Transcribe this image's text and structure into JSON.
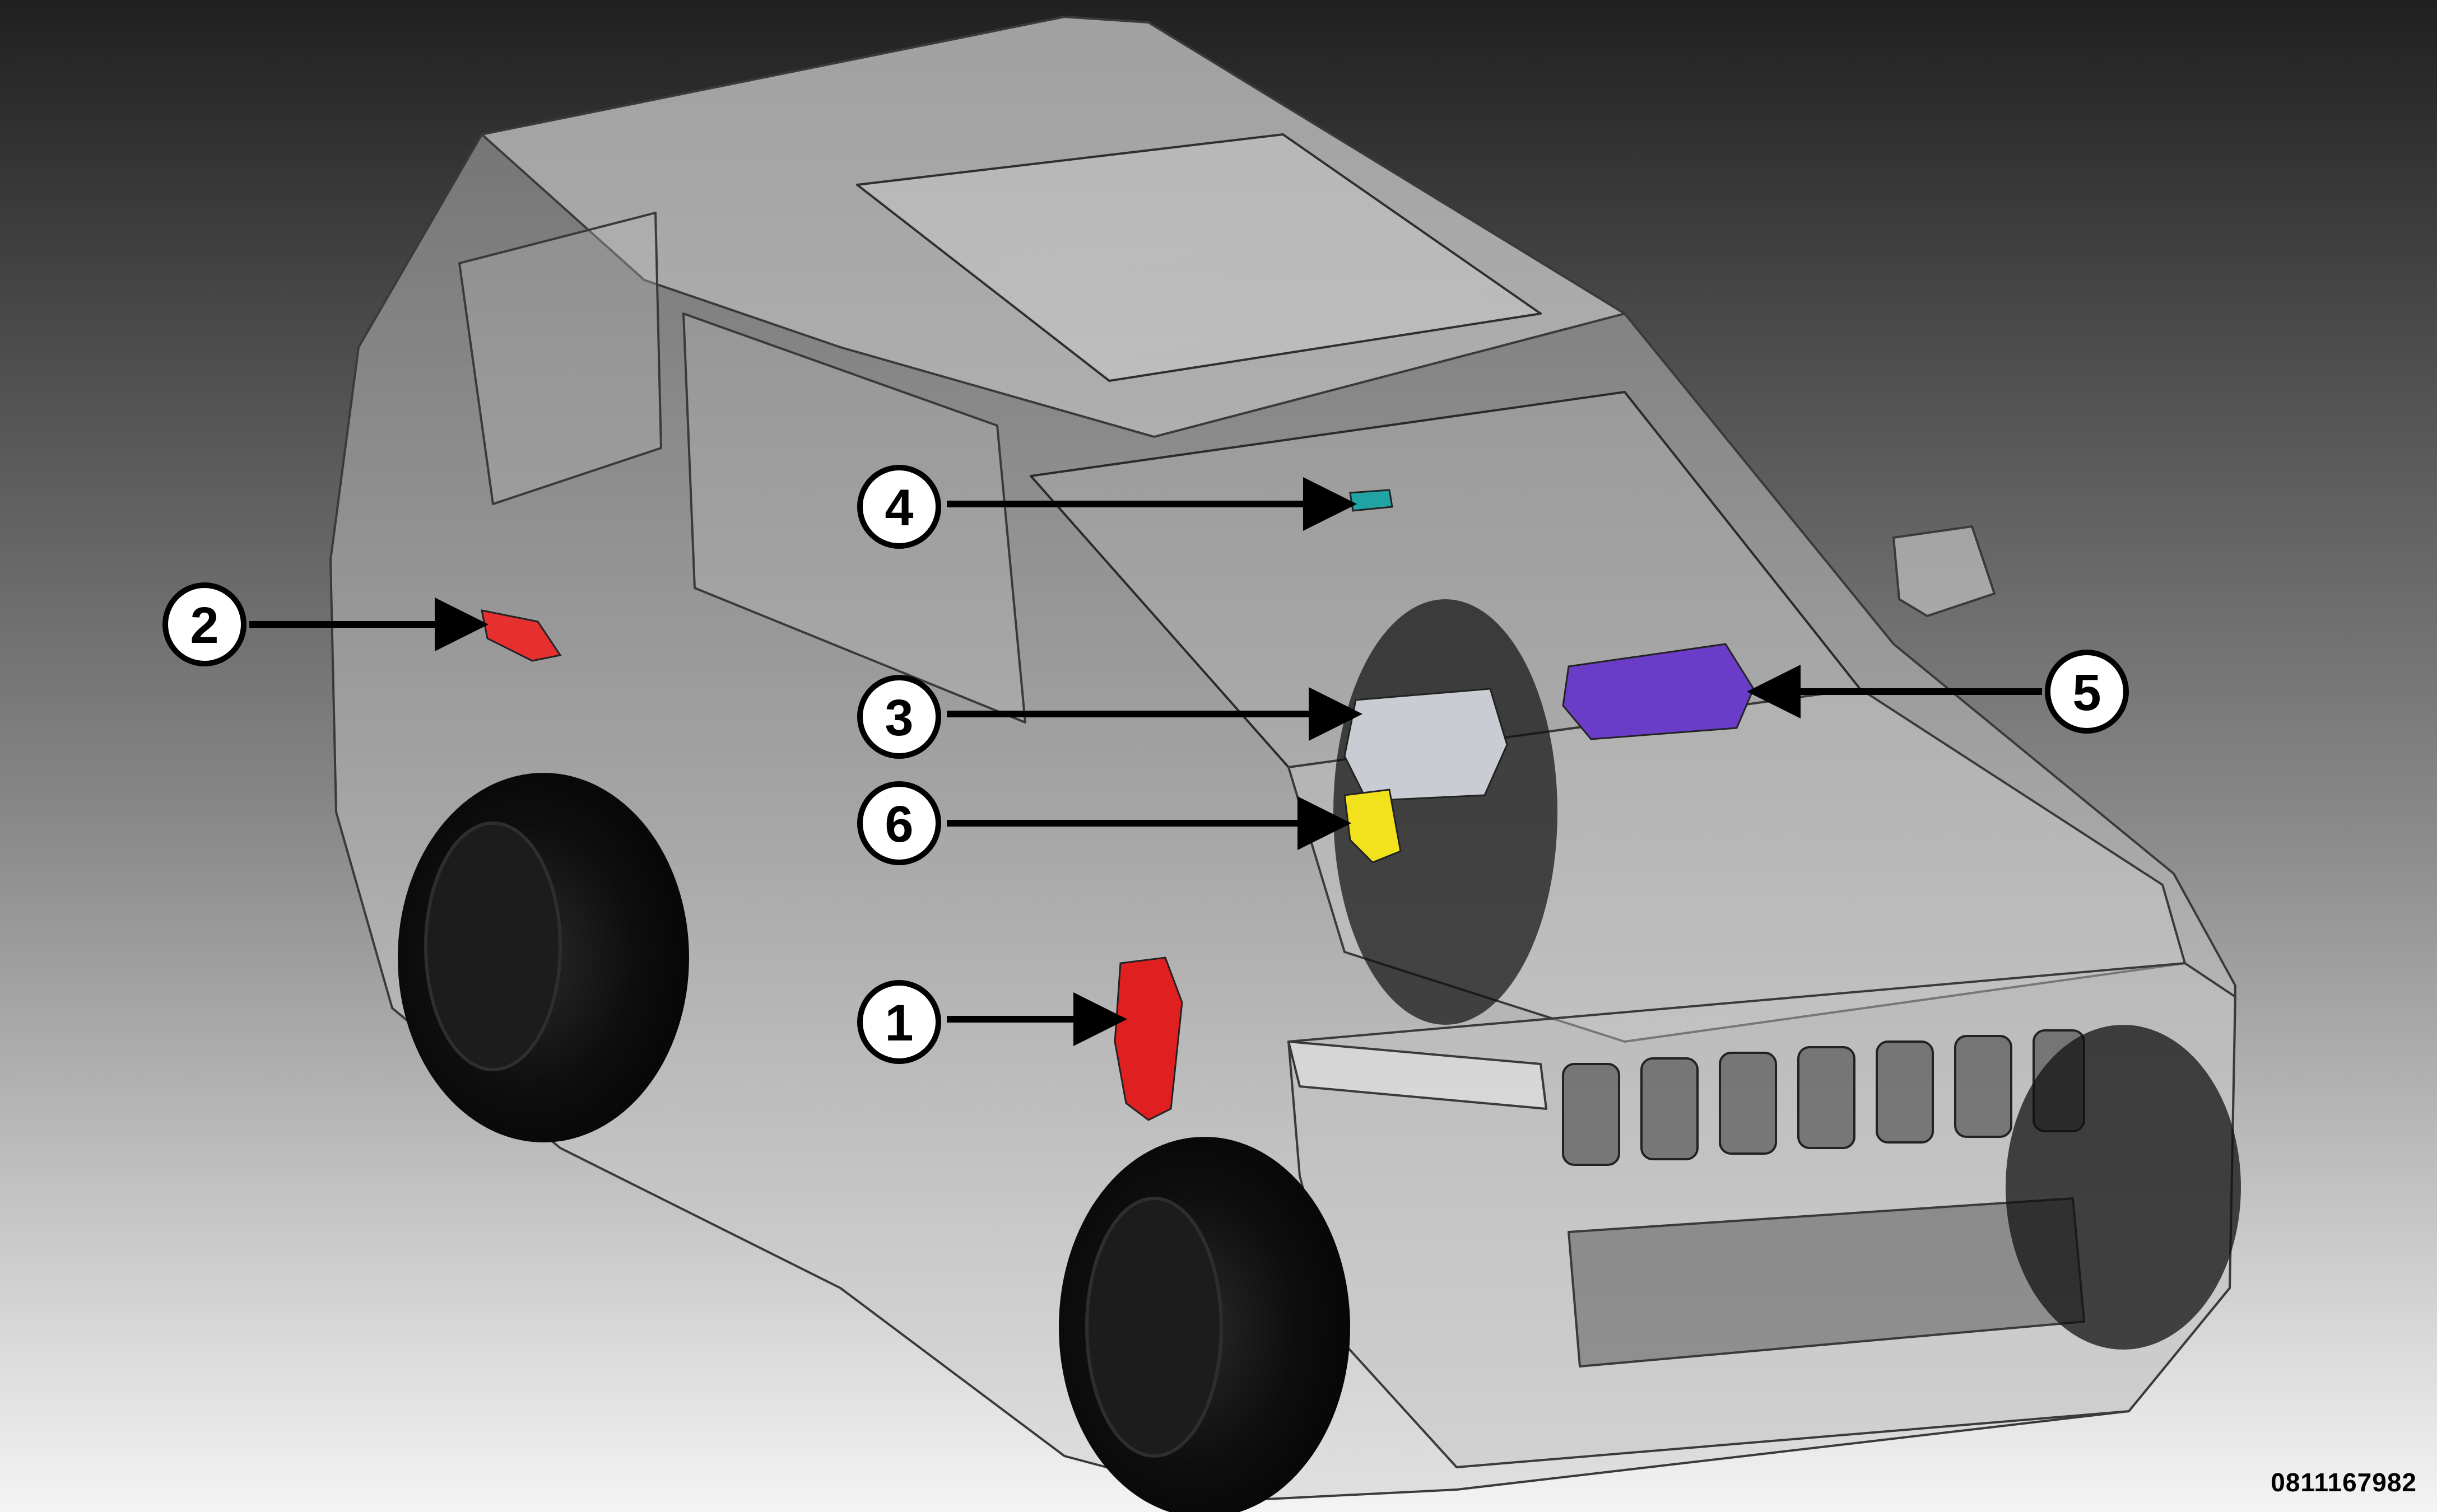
{
  "figure": {
    "id_number": "0811167982"
  },
  "callouts": [
    {
      "number": "1",
      "component": "red-module-front-fender",
      "color": "#e02020"
    },
    {
      "number": "2",
      "component": "red-module-rear-quarter",
      "color": "#e63030"
    },
    {
      "number": "3",
      "component": "silver-module-center-dash",
      "color": "#c9ccd2"
    },
    {
      "number": "4",
      "component": "teal-module-overhead-mirror",
      "color": "#1fa3a3"
    },
    {
      "number": "5",
      "component": "purple-module-instrument-panel",
      "color": "#6a3cc8"
    },
    {
      "number": "6",
      "component": "yellow-module-lower-dash",
      "color": "#f2e21c"
    }
  ],
  "colors": {
    "background_top": "#222222",
    "background_bottom": "#f2f2f2",
    "arrow": "#000000",
    "callout_fill": "#ffffff"
  }
}
